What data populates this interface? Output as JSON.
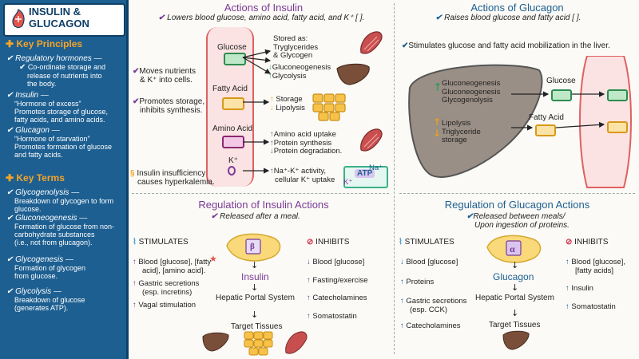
{
  "sidebar": {
    "title_line1": "INSULIN &",
    "title_line2": "GLUCAGON",
    "key_principles": "Key Principles",
    "regulatory_title": "Regulatory hormones —",
    "regulatory_text1": "Co-ordinate storage and",
    "regulatory_text2": "release of nutrients into",
    "regulatory_text3": "the body.",
    "insulin_title": "Insulin —",
    "insulin_text1": "“Hormone of excess”",
    "insulin_text2": "Promotes storage of glucose,",
    "insulin_text3": "fatty acids, and amino acids.",
    "glucagon_title": "Glucagon —",
    "glucagon_text1": "“Hormone of starvation”",
    "glucagon_text2": "Promotes formation of glucose",
    "glucagon_text3": "and fatty acids.",
    "key_terms": "Key Terms",
    "glycogenolysis_title": "Glycogenolysis —",
    "glycogenolysis_text1": "Breakdown of glycogen to form",
    "glycogenolysis_text2": "glucose.",
    "gluconeogenesis_title": "Gluconeogenesis —",
    "gluconeogenesis_text1": "Formation of glucose from non-",
    "gluconeogenesis_text2": "carbohydrate substances",
    "gluconeogenesis_text3": "(i.e., not from glucagon).",
    "glycogenesis_title": "Glycogenesis —",
    "glycogenesis_text1": "Formation of glycogen",
    "glycogenesis_text2": "from glucose.",
    "glycolysis_title": "Glycolysis —",
    "glycolysis_text1": "Breakdown of glucose",
    "glycolysis_text2": "(generates ATP)."
  },
  "insulin_actions": {
    "title": "Actions of Insulin",
    "subtitle": "Lowers blood glucose, amino acid, fatty acid, and K⁺ [ ].",
    "moves_nutrients1": "Moves nutrients",
    "moves_nutrients2": "& K⁺ into cells.",
    "promotes1": "Promotes storage,",
    "promotes2": "inhibits synthesis.",
    "insufficiency1": "Insulin insufficiency",
    "insufficiency2": "causes hyperkalemia.",
    "glucose": "Glucose",
    "fatty_acid": "Fatty Acid",
    "amino_acid": "Amino Acid",
    "k_plus": "K⁺",
    "stored_as1": "Stored as:",
    "stored_as2": "Tryglycerides",
    "stored_as3": "& Glycogen",
    "gluconeogenesis": "Gluconeogenesis",
    "glycolysis": "Glycolysis",
    "storage": "Storage",
    "lipolysis": "Lipolysis",
    "aa_uptake": "Amino acid uptake",
    "protein_synthesis": "Protein synthesis",
    "protein_degradation": "Protein degradation.",
    "na_k1": "Na⁺-K⁺ activity,",
    "na_k2": "cellular K⁺ uptake",
    "atp": "ATP",
    "na": "Na⁺",
    "k": "K⁺"
  },
  "glucagon_actions": {
    "title": "Actions of Glucagon",
    "subtitle": "Raises blood glucose and fatty acid [ ].",
    "stimulates": "Stimulates glucose and fatty acid mobilization in the liver.",
    "gluconeogenesis": "Gluconeogenesis",
    "glycogenolysis": "Glycogenolysis",
    "lipolysis": "Lipolysis",
    "triglyceride1": "Triglyceride",
    "triglyceride2": "storage",
    "glucose": "Glucose",
    "fatty_acid": "Fatty Acid"
  },
  "insulin_regulation": {
    "title": "Regulation of Insulin Actions",
    "subtitle": "Released after a meal.",
    "stimulates": "STIMULATES",
    "inhibits": "INHIBITS",
    "stim1a": "Blood [glucose], [fatty",
    "stim1b": "acid], [amino acid].",
    "stim2a": "Gastric secretions",
    "stim2b": "(esp. incretins)",
    "stim3": "Vagal stimulation",
    "inh1": "Blood [glucose]",
    "inh2": "Fasting/exercise",
    "inh3": "Catecholamines",
    "inh4": "Somatostatin",
    "beta": "β",
    "insulin": "Insulin",
    "hepatic": "Hepatic Portal System",
    "target": "Target Tissues"
  },
  "glucagon_regulation": {
    "title": "Regulation of Glucagon Actions",
    "subtitle1": "Released between meals/",
    "subtitle2": "Upon ingestion of proteins.",
    "stimulates": "STIMULATES",
    "inhibits": "INHIBITS",
    "stim1": "Blood [glucose]",
    "stim2": "Proteins",
    "stim3a": "Gastric secretions",
    "stim3b": "(esp. CCK)",
    "stim4": "Catecholamines",
    "inh1a": "Blood [glucose],",
    "inh1b": "[fatty acids]",
    "inh2": "Insulin",
    "inh3": "Somatostatin",
    "alpha": "α",
    "glucagon": "Glucagon",
    "hepatic": "Hepatic Portal System",
    "target": "Target Tissues"
  },
  "colors": {
    "sidebar": "#1d5f91",
    "accent_orange": "#f6a428",
    "insulin_purple": "#7a3a96",
    "glucagon_blue": "#1d5f91",
    "liver": "#9a8f86",
    "vessel": "#fbe3e3",
    "glucose_box": "#5fb87a",
    "fatty_box": "#f2b431",
    "amino_box": "#b8418f",
    "pancreas": "#f9d97a"
  }
}
